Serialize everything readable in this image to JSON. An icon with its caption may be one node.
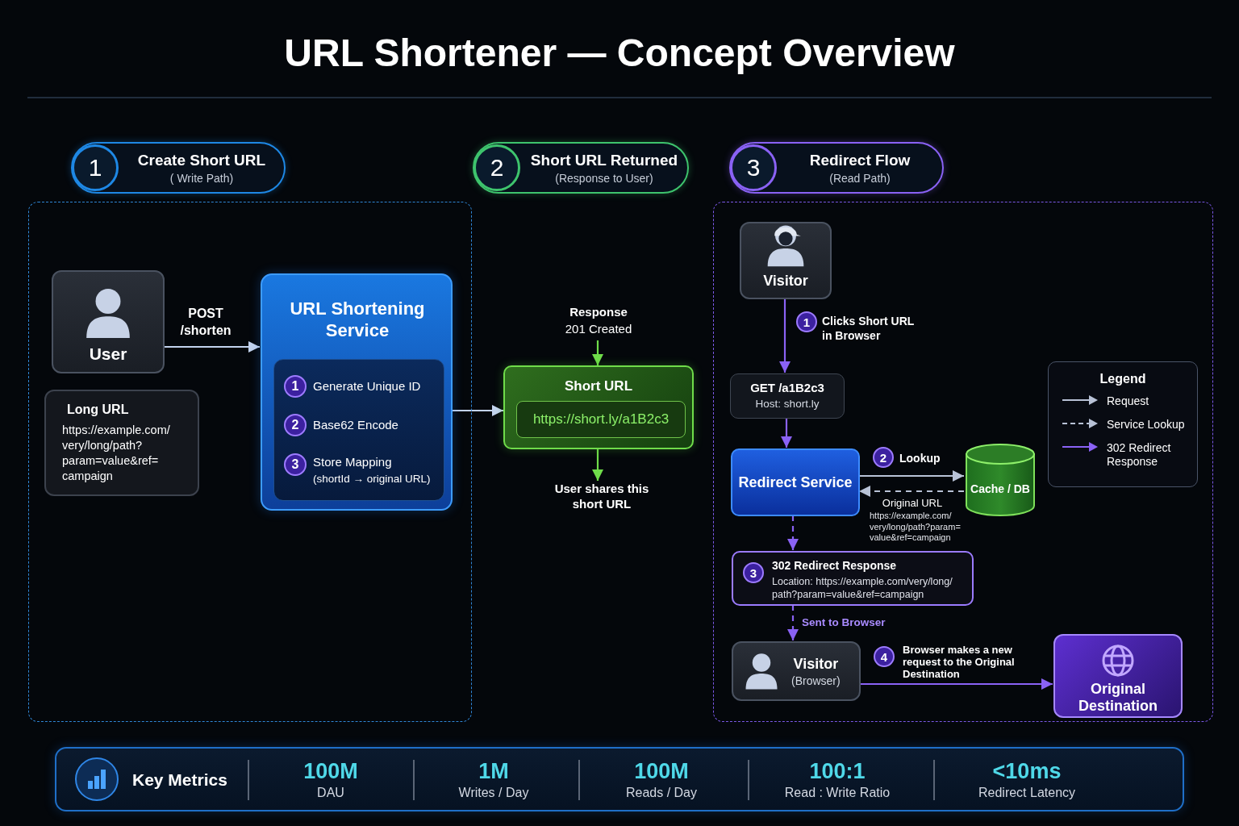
{
  "diagram": {
    "title": "URL Shortener — Concept Overview",
    "nodes": [
      {
        "text": [
          "1",
          "Create Short URL",
          "( Write Path)"
        ]
      },
      {
        "text": [
          "2",
          "Short URL Returned",
          "(Response to User)"
        ]
      },
      {
        "text": [
          "3",
          "Redirect Flow",
          "(Read Path)"
        ]
      },
      {
        "text": [],
        "shape": "box"
      },
      {
        "text": [
          "User"
        ],
        "in": 3
      },
      {
        "text": [
          "Long URL",
          "https://example.com/ very/long/path? param=value&ref= campaign"
        ],
        "in": 3
      },
      {
        "text": [
          "URL Shortening Service"
        ],
        "in": 3
      },
      {
        "text": [],
        "shape": "box",
        "in": 6
      },
      {
        "text": [
          "1"
        ],
        "in": 7,
        "beside": [
          "Generate Unique ID"
        ]
      },
      {
        "text": [
          "2"
        ],
        "in": 7,
        "beside": [
          "Base62 Encode"
        ]
      },
      {
        "text": [
          "3"
        ],
        "in": 7,
        "beside": [
          "Store Mapping",
          "(shortId → original URL)"
        ]
      },
      {
        "text": [
          "Short URL"
        ]
      },
      {
        "text": [
          "https://short.ly/a1B2c3"
        ],
        "in": 11
      },
      {
        "text": [
          "Response",
          "201 Created"
        ]
      },
      {
        "text": [
          "User shares this short URL"
        ]
      },
      {
        "text": [],
        "shape": "box"
      },
      {
        "text": [
          "Visitor"
        ],
        "in": 15
      },
      {
        "text": [
          "1"
        ],
        "in": 15,
        "beside": [
          "Clicks Short URL in Browser"
        ]
      },
      {
        "text": [
          "GET /a1B2c3",
          "Host: short.ly"
        ],
        "in": 15
      },
      {
        "text": [
          "Redirect Service"
        ],
        "in": 15
      },
      {
        "text": [
          "2"
        ],
        "in": 15,
        "beside": [
          "Lookup"
        ]
      },
      {
        "text": [
          "Cache / DB"
        ],
        "in": 15
      },
      {
        "text": [
          "302 Redirect Response",
          "Location: https://example.com/very/long/ path?param=value&ref=campaign"
        ],
        "in": 15
      },
      {
        "text": [
          "3"
        ],
        "in": 22
      },
      {
        "text": [
          "Visitor",
          "(Browser)"
        ],
        "in": 15
      },
      {
        "text": [
          "4"
        ],
        "in": 15,
        "beside": [
          "Browser makes a new request to the Original Destination"
        ]
      },
      {
        "text": [
          "Original Destination"
        ],
        "in": 15
      },
      {
        "text": [
          "Legend"
        ],
        "in": 15
      },
      {
        "text": [
          "Key Metrics"
        ]
      }
    ],
    "edges": [
      {
        "from": 4,
        "to": 6,
        "arrow": "to",
        "label": "POST /shorten",
        "color": "#c3d3ee"
      },
      {
        "from": 6,
        "to": 11,
        "arrow": "to",
        "color": "#c3d3ee"
      },
      {
        "from": 13,
        "to": 11,
        "arrow": "to",
        "color": "#6fdc4a"
      },
      {
        "from": 11,
        "to": 14,
        "arrow": "to",
        "color": "#6fdc4a"
      },
      {
        "from": 16,
        "to": 18,
        "arrow": "to"
      },
      {
        "from": 18,
        "to": 19,
        "arrow": "to"
      },
      {
        "from": 19,
        "to": 21,
        "arrow": "to",
        "color": "#b8c2d6"
      },
      {
        "from": 21,
        "to": 19,
        "arrow": "to",
        "style": "dashed",
        "color": "#b8c2d6",
        "label": "Original URL"
      },
      {
        "from": 19,
        "to": 22,
        "arrow": "to",
        "style": "dashed"
      },
      {
        "from": 22,
        "to": 24,
        "arrow": "to",
        "style": "dashed",
        "label": "Sent to Browser"
      },
      {
        "from": 24,
        "to": 26,
        "arrow": "to"
      }
    ],
    "labels": [
      "https://example.com/ very/long/path?param= value&ref=campaign",
      "100M",
      "DAU",
      "1M",
      "Writes / Day",
      "100M",
      "Reads / Day",
      "100:1",
      "Read : Write Ratio",
      "<10ms",
      "Redirect Latency"
    ],
    "legend": [
      {
        "text": "Request"
      },
      {
        "text": "Service Lookup"
      },
      {
        "text": "302 Redirect Response"
      }
    ]
  }
}
